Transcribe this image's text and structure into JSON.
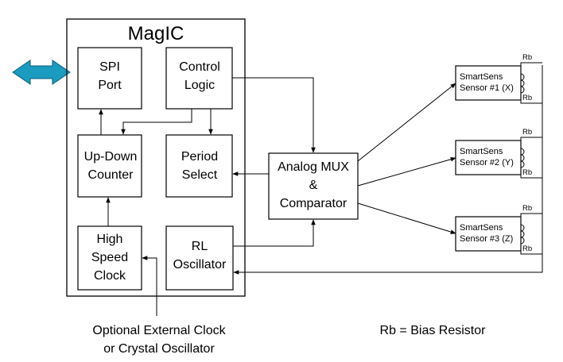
{
  "title": "MagIC",
  "blocks": {
    "spi_port": [
      "SPI",
      "Port"
    ],
    "control_logic": [
      "Control",
      "Logic"
    ],
    "up_down_counter": [
      "Up-Down",
      "Counter"
    ],
    "period_select": [
      "Period",
      "Select"
    ],
    "high_speed_clock": [
      "High",
      "Speed",
      "Clock"
    ],
    "rl_oscillator": [
      "RL",
      "Oscillator"
    ],
    "analog_mux": [
      "Analog MUX",
      "&",
      "Comparator"
    ]
  },
  "sensors": [
    {
      "lines": [
        "SmartSens",
        "Sensor #1 (X)"
      ],
      "resistors": [
        "Rb",
        "Rb"
      ]
    },
    {
      "lines": [
        "SmartSens",
        "Sensor #2 (Y)"
      ],
      "resistors": [
        "Rb",
        "Rb"
      ]
    },
    {
      "lines": [
        "SmartSens",
        "Sensor #3 (Z)"
      ],
      "resistors": [
        "Rb",
        "Rb"
      ]
    }
  ],
  "external_clock_note": [
    "Optional External Clock",
    "or Crystal Oscillator"
  ],
  "legend": "Rb = Bias Resistor",
  "colors": {
    "bus_arrow": "#1a9bbf",
    "bus_outline": "#0b5f78"
  },
  "icons": {
    "bus_arrow": "double-arrow-icon"
  }
}
